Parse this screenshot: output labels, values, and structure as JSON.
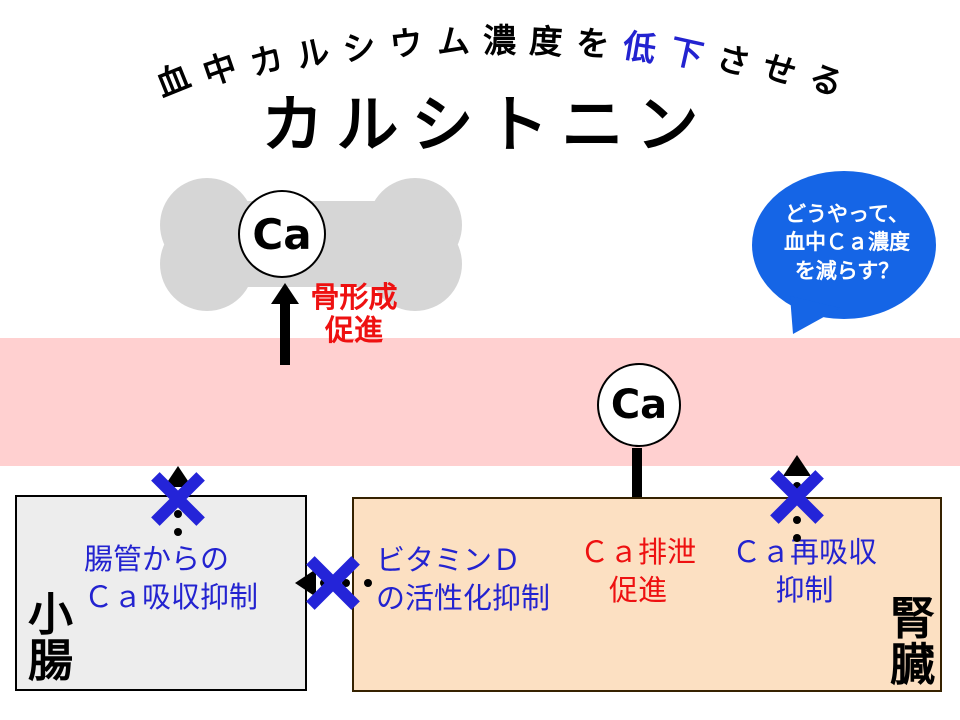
{
  "slide": {
    "arc_heading": {
      "segments": [
        {
          "text": "血中カルシウム濃度を",
          "color": "#000000"
        },
        {
          "text": "低下",
          "color": "#2323d0"
        },
        {
          "text": "させる",
          "color": "#000000"
        }
      ]
    },
    "title": "カルシトニン",
    "bone": {
      "ca": "Ca",
      "caption": "骨形成\n促進"
    },
    "blood": {
      "ca": "Ca"
    },
    "speech_bubble": {
      "text": "どうやって、\n血中Ｃａ濃度\nを減らす？"
    },
    "intestine": {
      "organ": "小\n腸",
      "action": "腸管からの\nＣａ吸収抑制"
    },
    "kidney": {
      "organ": "腎\n臓",
      "vitamin_d": "ビタミンＤ\nの活性化抑制",
      "excretion": "Ｃａ排泄\n促進",
      "reabsorption": "Ｃａ再吸収\n抑制"
    }
  },
  "colors": {
    "text_blue": "#2323d0",
    "text_red": "#ee1111",
    "bubble_blue": "#1565e6",
    "x_blue": "#2424d8",
    "blood_pink": "#ffd0d0",
    "kidney_fill": "#fce0c2",
    "intestine_fill": "#ededed",
    "bone_gray": "#d6d6d6"
  }
}
